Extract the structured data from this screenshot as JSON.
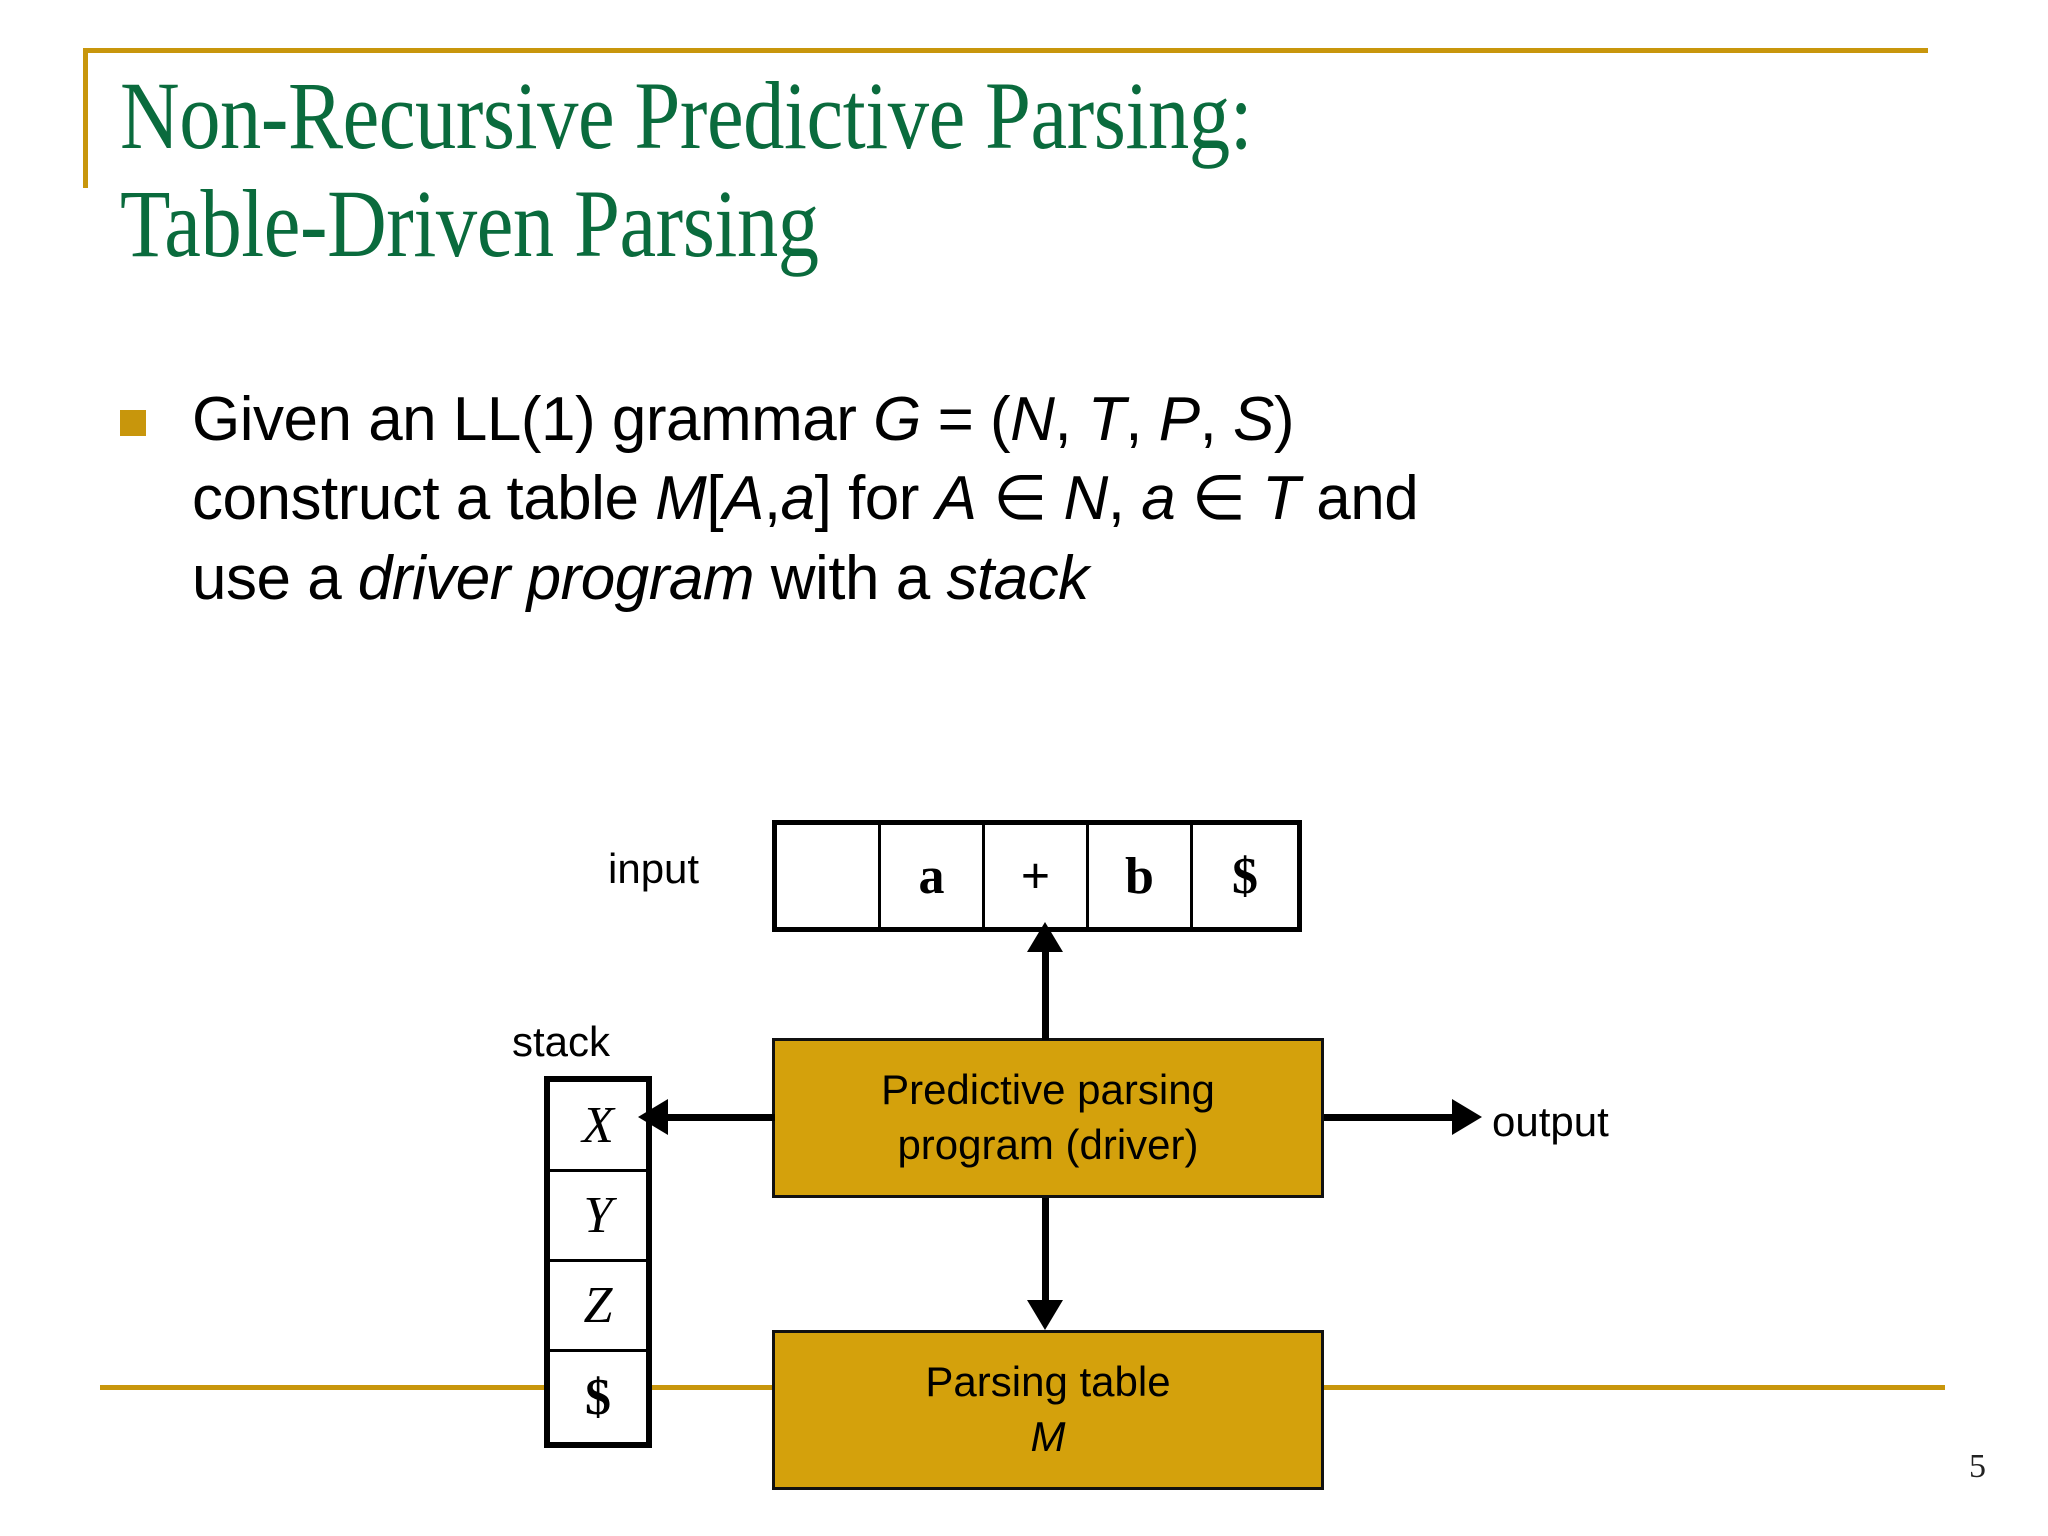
{
  "slide": {
    "title": "Non-Recursive Predictive Parsing:\nTable-Driven Parsing",
    "title_color": "#0A6B3D",
    "accent_color": "#C8960C",
    "box_fill_color": "#D4A10C",
    "page_number": "5"
  },
  "body": {
    "bullet": {
      "marker": "square-bullet",
      "line1_a": "Given an LL(1) grammar ",
      "line1_g": "G",
      "line1_b": " = (",
      "line1_n": "N",
      "line1_c": ", ",
      "line1_t": "T",
      "line1_d": ", ",
      "line1_p": "P",
      "line1_e": ", ",
      "line1_s": "S",
      "line1_f": ")",
      "line2_a": "construct a table ",
      "line2_m": "M",
      "line2_b": "[",
      "line2_A": "A",
      "line2_c": ",",
      "line2_a2": "a",
      "line2_d": "] for ",
      "line2_A2": "A",
      "line2_e": " ∈ ",
      "line2_N": "N",
      "line2_f": ", ",
      "line2_a3": "a",
      "line2_g": " ∈ ",
      "line2_T": "T",
      "line2_h": " and",
      "line3_a": "use a ",
      "line3_driver": "driver program",
      "line3_b": " with a ",
      "line3_stack": "stack"
    }
  },
  "diagram": {
    "input_label": "input",
    "stack_label": "stack",
    "output_label": "output",
    "input_cells": [
      "",
      "a",
      "+",
      "b",
      "$"
    ],
    "stack_cells": [
      "X",
      "Y",
      "Z",
      "$"
    ],
    "driver_box": {
      "line1": "Predictive parsing",
      "line2": "program (driver)"
    },
    "table_box": {
      "line1": "Parsing table",
      "line2": "M"
    }
  }
}
